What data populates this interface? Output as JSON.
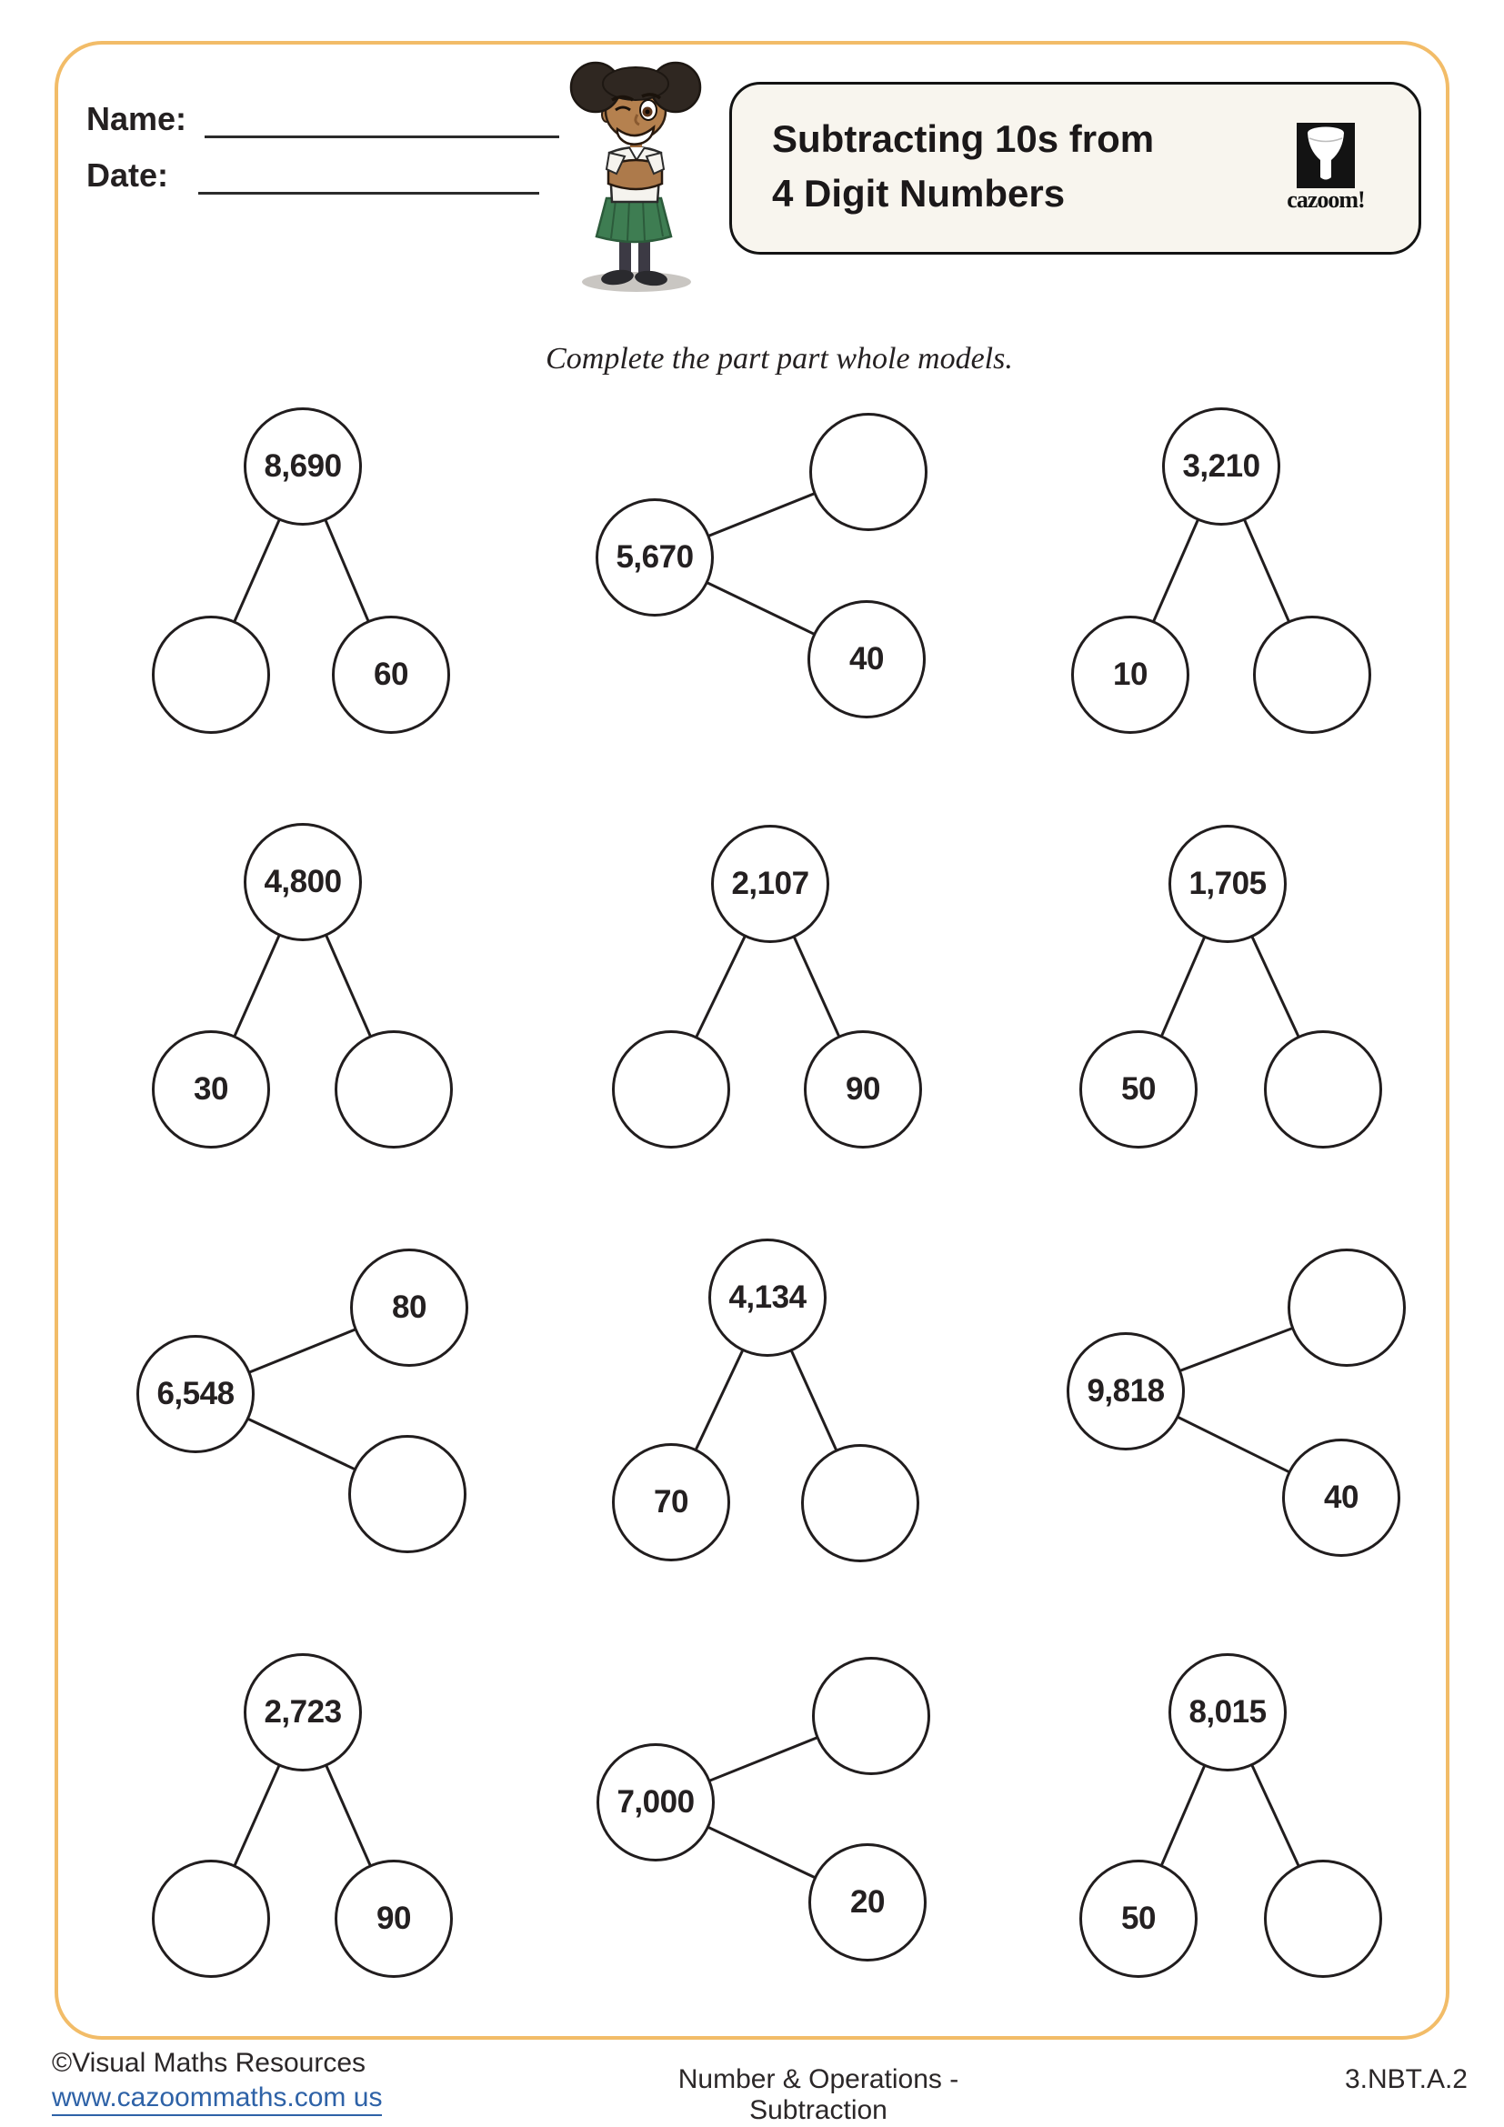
{
  "header": {
    "name_label": "Name:",
    "date_label": "Date:",
    "title_line1": "Subtracting 10s from",
    "title_line2": "4 Digit Numbers",
    "logo_text": "cazoom!"
  },
  "instruction": "Complete the part part whole models.",
  "models": [
    {
      "layout": "triangle",
      "whole": "8,690",
      "part1": "",
      "part2": "60"
    },
    {
      "layout": "side",
      "whole": "5,670",
      "part1": "",
      "part2": "40"
    },
    {
      "layout": "triangle",
      "whole": "3,210",
      "part1": "10",
      "part2": ""
    },
    {
      "layout": "triangle",
      "whole": "4,800",
      "part1": "30",
      "part2": ""
    },
    {
      "layout": "triangle",
      "whole": "2,107",
      "part1": "",
      "part2": "90"
    },
    {
      "layout": "triangle",
      "whole": "1,705",
      "part1": "50",
      "part2": ""
    },
    {
      "layout": "side",
      "whole": "6,548",
      "part1": "80",
      "part2": ""
    },
    {
      "layout": "triangle",
      "whole": "4,134",
      "part1": "70",
      "part2": ""
    },
    {
      "layout": "side",
      "whole": "9,818",
      "part1": "",
      "part2": "40"
    },
    {
      "layout": "triangle",
      "whole": "2,723",
      "part1": "",
      "part2": "90"
    },
    {
      "layout": "side",
      "whole": "7,000",
      "part1": "",
      "part2": "20"
    },
    {
      "layout": "triangle",
      "whole": "8,015",
      "part1": "50",
      "part2": ""
    }
  ],
  "footer": {
    "copyright": "©Visual Maths Resources",
    "website": "www.cazoommaths.com us",
    "center": "Number & Operations - Subtraction",
    "standard": "3.NBT.A.2"
  },
  "colors": {
    "page_border": "#f2bc68",
    "title_box_bg": "#f8f5ee",
    "link": "#2e62a7",
    "text": "#231f20"
  }
}
